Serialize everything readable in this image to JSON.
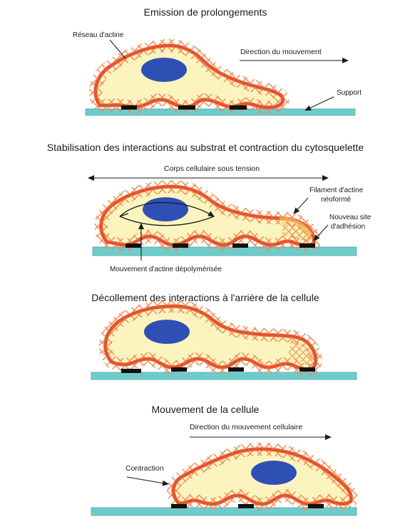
{
  "colors": {
    "cell_fill": "#fbf4bf",
    "cell_edge": "#e5532f",
    "mesh": "#ec8a52",
    "nucleus": "#2e4fb3",
    "substrate": "#6fcbcb",
    "adhesion": "#111111",
    "new_adhesion_fill": "#f1c25b"
  },
  "panels": [
    {
      "title": "Emission de prolongements",
      "labels": {
        "actin_network": "Réseau d'actine",
        "direction": "Direction du mouvement",
        "support": "Support"
      }
    },
    {
      "title": "Stabilisation des interactions au substrat et contraction du cytosquelette",
      "labels": {
        "tension": "Corps cellulaire sous tension",
        "new_filament_line1": "Filament d'actine",
        "new_filament_line2": "néoformé",
        "new_site_line1": "Nouveau site",
        "new_site_line2": "d'adhésion",
        "depolymerized": "Mouvement d'actine dépolymérisée"
      }
    },
    {
      "title": "Décollement des interactions à l'arrière de la cellule",
      "labels": {}
    },
    {
      "title": "Mouvement de la cellule",
      "labels": {
        "direction": "Direction du mouvement cellulaire",
        "contraction": "Contraction"
      }
    }
  ]
}
